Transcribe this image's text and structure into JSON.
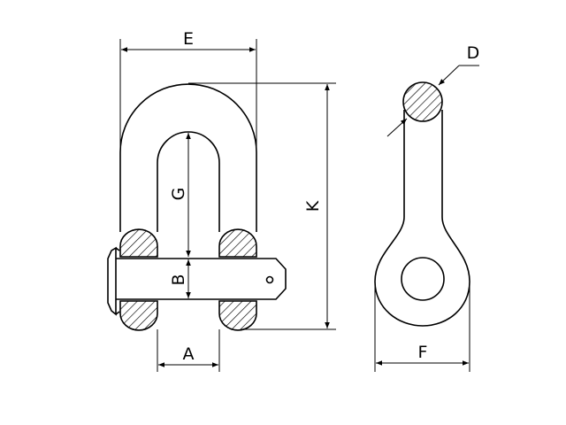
{
  "labels": {
    "E": "E",
    "D": "D",
    "G": "G",
    "K": "K",
    "B": "B",
    "A": "A",
    "F": "F"
  },
  "colors": {
    "line": "#000000",
    "background": "#ffffff"
  }
}
